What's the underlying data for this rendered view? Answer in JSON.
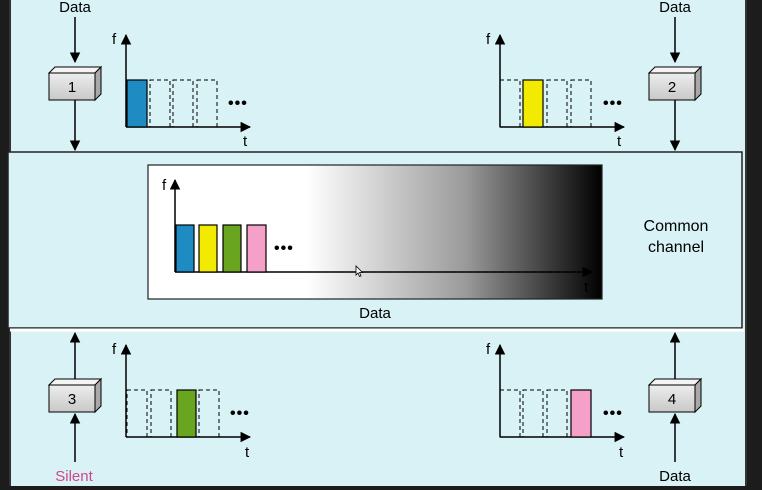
{
  "stations": [
    {
      "number": "1",
      "label": "Data",
      "label_color": "#000000"
    },
    {
      "number": "2",
      "label": "Data",
      "label_color": "#000000"
    },
    {
      "number": "3",
      "label": "Silent",
      "label_color": "#d2468c"
    },
    {
      "number": "4",
      "label": "Data",
      "label_color": "#000000"
    }
  ],
  "axes": {
    "freq_label": "f",
    "time_label": "t",
    "ellipsis": "•••"
  },
  "channel": {
    "label_line1": "Common",
    "label_line2": "channel",
    "data_label": "Data"
  },
  "colors": {
    "background": "#d8f2f6",
    "station_1": "#1e8bc3",
    "station_2": "#f2ea00",
    "station_3": "#6aa51f",
    "station_4": "#f4a0c8"
  }
}
